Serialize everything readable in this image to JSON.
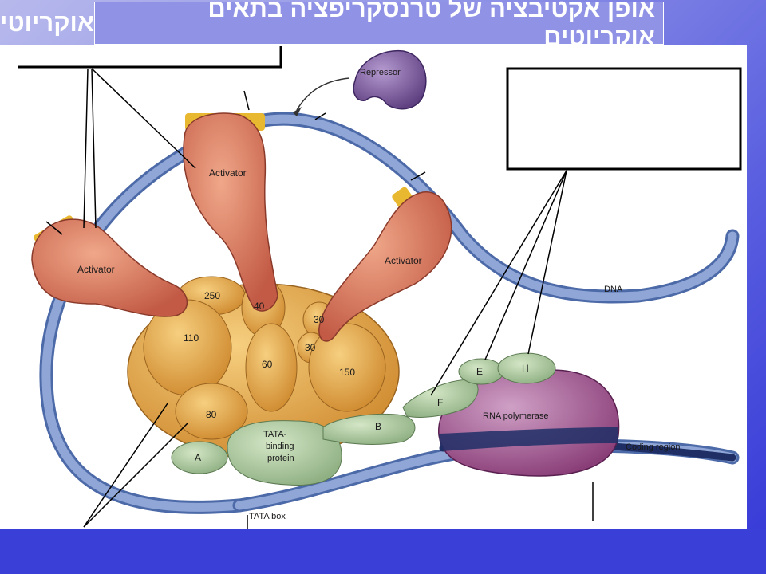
{
  "slide": {
    "title_main": "אופן אקטיבציה של טרנסקריפציה בתאים אוקריוטים",
    "title_overflow": "אוקריוטים"
  },
  "diagram": {
    "labels": {
      "repressor": "Repressor",
      "activator_left": "Activator",
      "activator_center": "Activator",
      "activator_right": "Activator",
      "dna": "DNA",
      "coding_region": "Coding region",
      "tata_box": "TATA box",
      "rna_polymerase": "RNA polymerase",
      "tata_binding_protein": [
        "TATA-",
        "binding",
        "protein"
      ],
      "factor_a": "A",
      "factor_b": "B",
      "factor_e": "E",
      "factor_f": "F",
      "factor_h": "H",
      "subunit_250": "250",
      "subunit_110": "110",
      "subunit_80": "80",
      "subunit_60": "60",
      "subunit_40": "40",
      "subunit_30a": "30",
      "subunit_30b": "30",
      "subunit_150": "150"
    },
    "colors": {
      "dna_blue": "#7f96c9",
      "activator": "#d9735a",
      "coactivator": "#e0a34a",
      "factor_green": "#a7c39a",
      "polymerase": "#9a4f86",
      "repressor": "#7a5a95",
      "enhancer_site": "#e8b830"
    }
  }
}
